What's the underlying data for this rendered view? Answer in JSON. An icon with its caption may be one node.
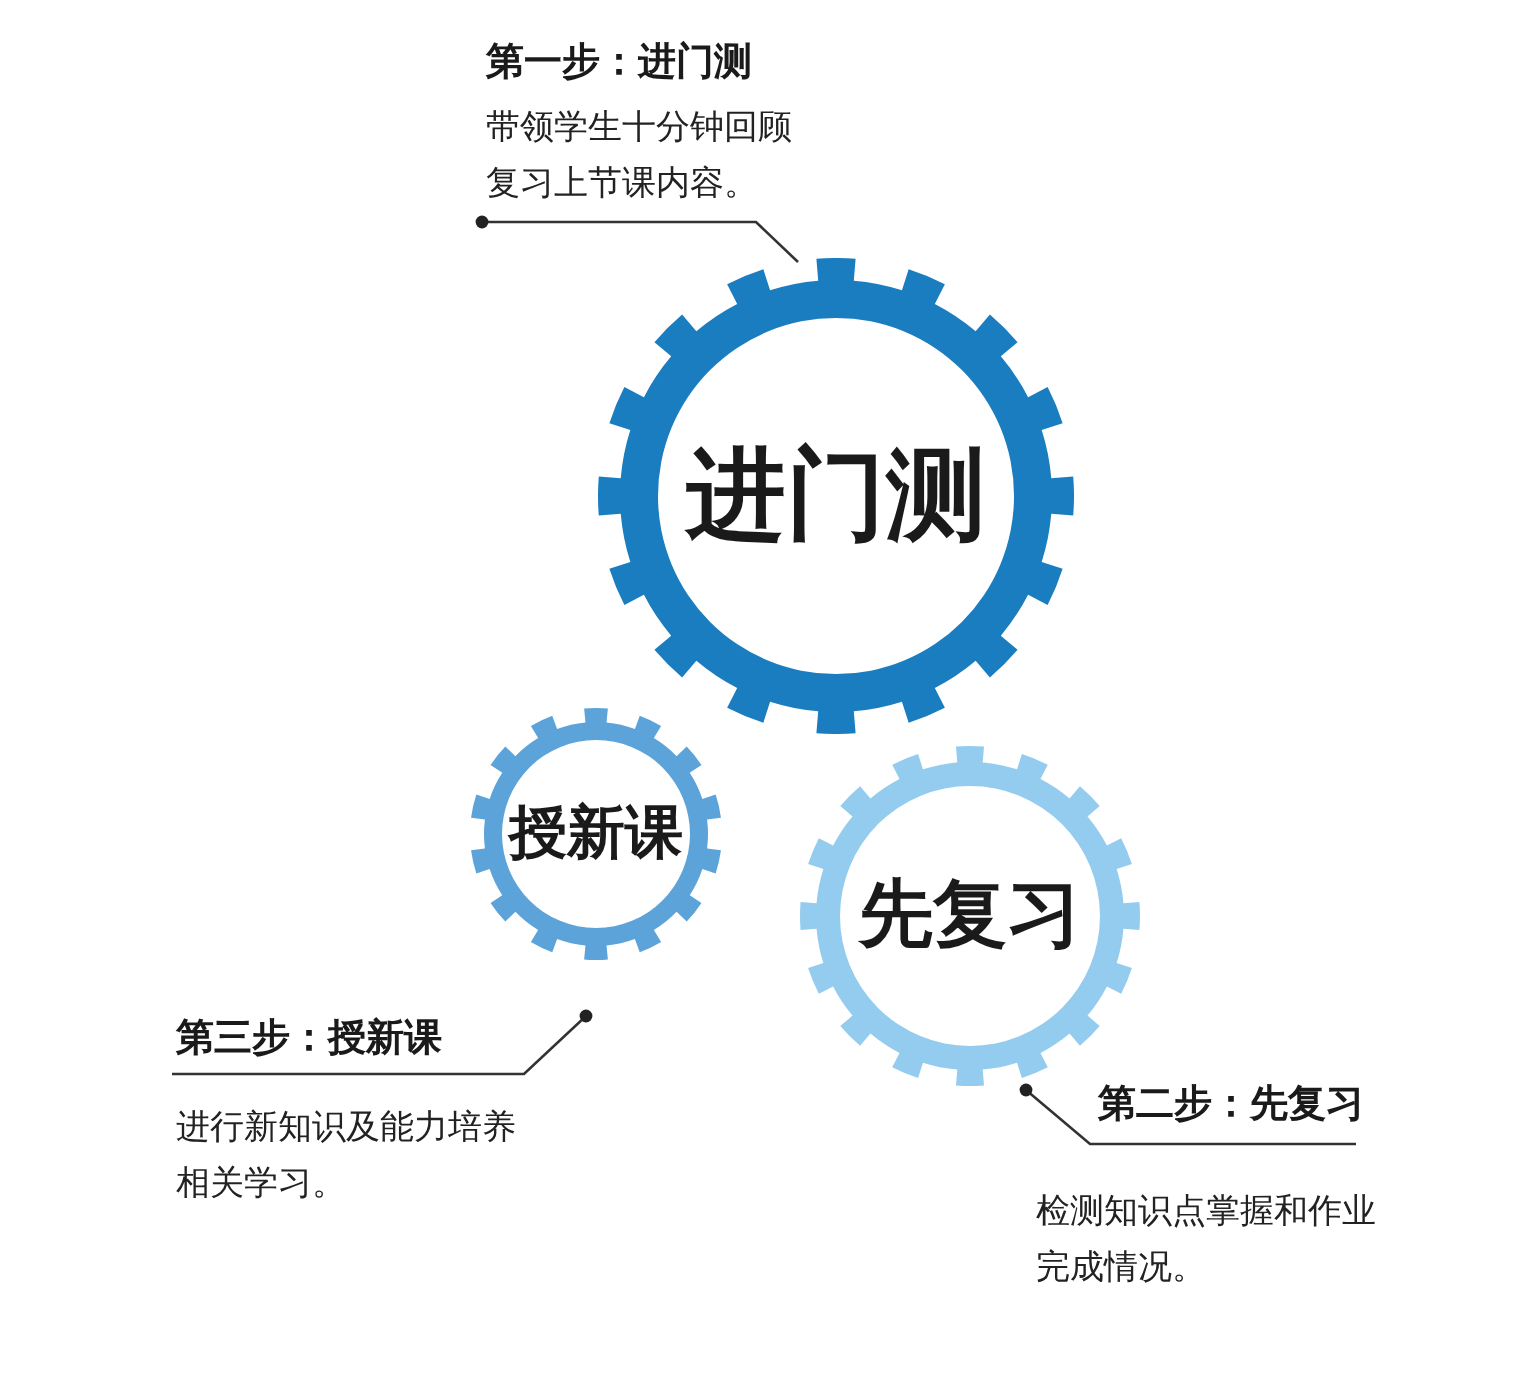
{
  "diagram": {
    "nodes": [
      {
        "text": [
          "第一步：进门测"
        ],
        "beside": [
          "带领学生十分钟回顾复习上节课内容。"
        ]
      },
      {
        "text": [
          "进门测"
        ]
      },
      {
        "text": [
          "授新课"
        ]
      },
      {
        "text": [
          "先复习"
        ]
      },
      {
        "text": [
          "第三步：授新课"
        ],
        "beside": [
          "进行新知识及能力培养相关学习。"
        ]
      },
      {
        "text": [
          "第二步：先复习"
        ],
        "beside": [
          "检测知识点掌握和作业完成情况。"
        ]
      }
    ],
    "edges": [
      {
        "from": 0,
        "to": 1,
        "arrow": "other"
      },
      {
        "from": 2,
        "to": 4,
        "arrow": "other"
      },
      {
        "from": 3,
        "to": 5,
        "arrow": "other"
      }
    ]
  }
}
